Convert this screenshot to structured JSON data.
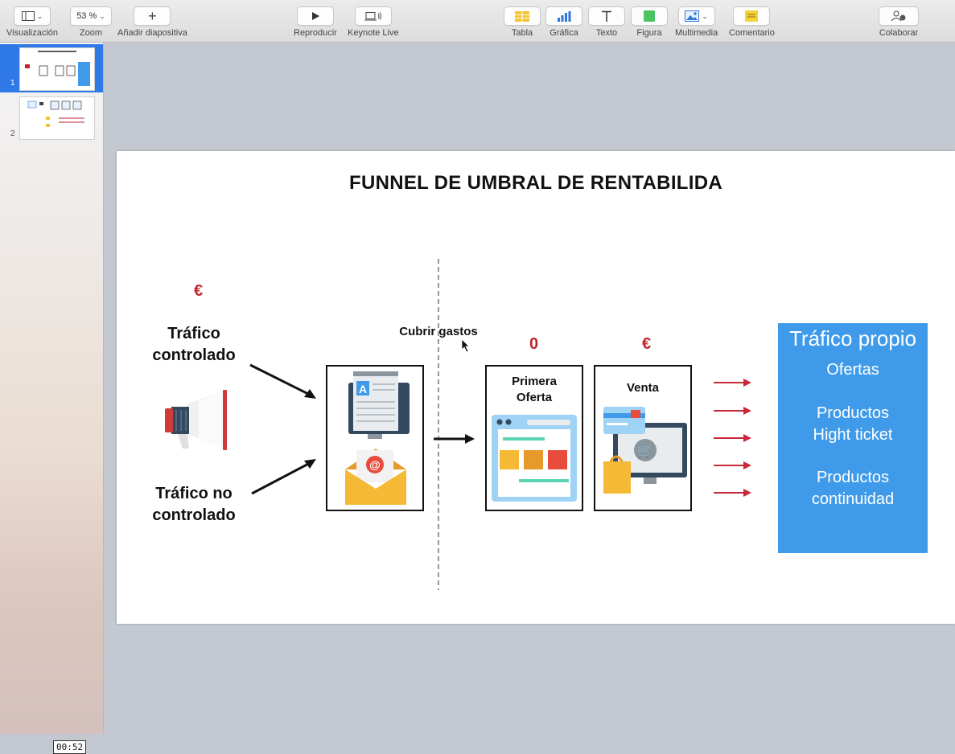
{
  "toolbar": {
    "view_label": "Visualización",
    "zoom_value": "53 %",
    "zoom_label": "Zoom",
    "add_slide_label": "Añadir diapositiva",
    "play_label": "Reproducir",
    "keynote_live_label": "Keynote Live",
    "table_label": "Tabla",
    "chart_label": "Gráfica",
    "text_label": "Texto",
    "shape_label": "Figura",
    "media_label": "Multimedia",
    "comment_label": "Comentario",
    "collaborate_label": "Colaborar"
  },
  "sidebar": {
    "slides": [
      {
        "number": "1",
        "selected": true
      },
      {
        "number": "2",
        "selected": false
      }
    ]
  },
  "timecode": "00:52",
  "slide": {
    "title": "FUNNEL DE UMBRAL DE RENTABILIDA",
    "euro_left": "€",
    "controlled_traffic": "Tráfico\ncontrolado",
    "uncontrolled_traffic": "Tráfico no\ncontrolado",
    "cover_costs": "Cubrir gastos",
    "zero_label": "0",
    "euro_right": "€",
    "first_offer": "Primera\nOferta",
    "sale": "Venta",
    "own_traffic_box": {
      "title": "Tráfico propio",
      "items": [
        "Ofertas",
        "Productos\nHight ticket",
        "Productos\ncontinuidad"
      ]
    }
  },
  "colors": {
    "accent_blue": "#3f9be9",
    "euro_red": "#c0262d",
    "selection_blue": "#2f79e6",
    "arrow_red": "#c8283a"
  }
}
